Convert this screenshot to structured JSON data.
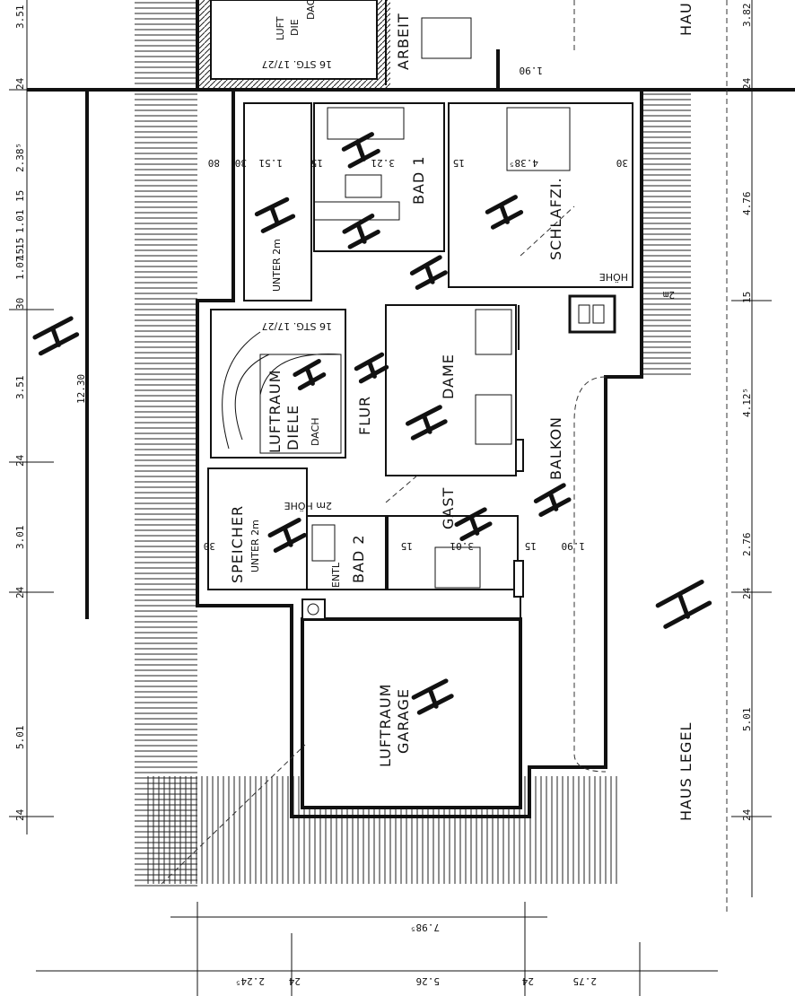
{
  "rooms": {
    "unter_2m": "UNTER 2m",
    "bad1": "BAD 1",
    "schlafzi": "SCHLAFZI.",
    "hoehe_2m_top": "HÖHE",
    "luftraum_diele": "LUFTRAUM",
    "diele": "DIELE",
    "dach": "DACH",
    "flur": "FLUR",
    "dame": "DAME",
    "balkon": "BALKON",
    "speicher": "SPEICHER",
    "speicher_unter": "UNTER 2m",
    "hoehe_2m": "2m HÖHE",
    "bad2": "BAD 2",
    "entl": "ENTL",
    "gast": "GAST",
    "luftraum_garage": "LUFTRAUM",
    "garage": "GARAGE",
    "haus_legel": "HAUS LEGEL",
    "arbeit": "ARBEIT",
    "hau": "HAU",
    "luft_top": "LUFT",
    "die_top": "DIE",
    "dach_top": "DACH",
    "stairs_top": "16 STG. 17/27",
    "stairs_mid": "16 STG. 17/27"
  },
  "dims_left": [
    "3.51",
    "24",
    "2.38⁵",
    "15",
    "1.01",
    "15",
    "1.07",
    "15",
    "30",
    "3.51",
    "24",
    "3.01",
    "24",
    "5.01",
    "24"
  ],
  "dims_total_left": "12.30",
  "dims_right": [
    "3.82",
    "24",
    "4.76",
    "15",
    "4.12⁵",
    "2.76",
    "24",
    "5.01",
    "24"
  ],
  "dims_bottom": [
    "2.24⁵",
    "24",
    "5.26",
    "24",
    "2.75"
  ],
  "dims_bottom_total": "7.98⁵",
  "dims_inner": [
    "1.90",
    "80",
    "30",
    "1.51",
    "15",
    "3.21",
    "15",
    "4.38⁵",
    "30",
    "15",
    "1.90",
    "30",
    "3.01",
    "15",
    "2m"
  ]
}
